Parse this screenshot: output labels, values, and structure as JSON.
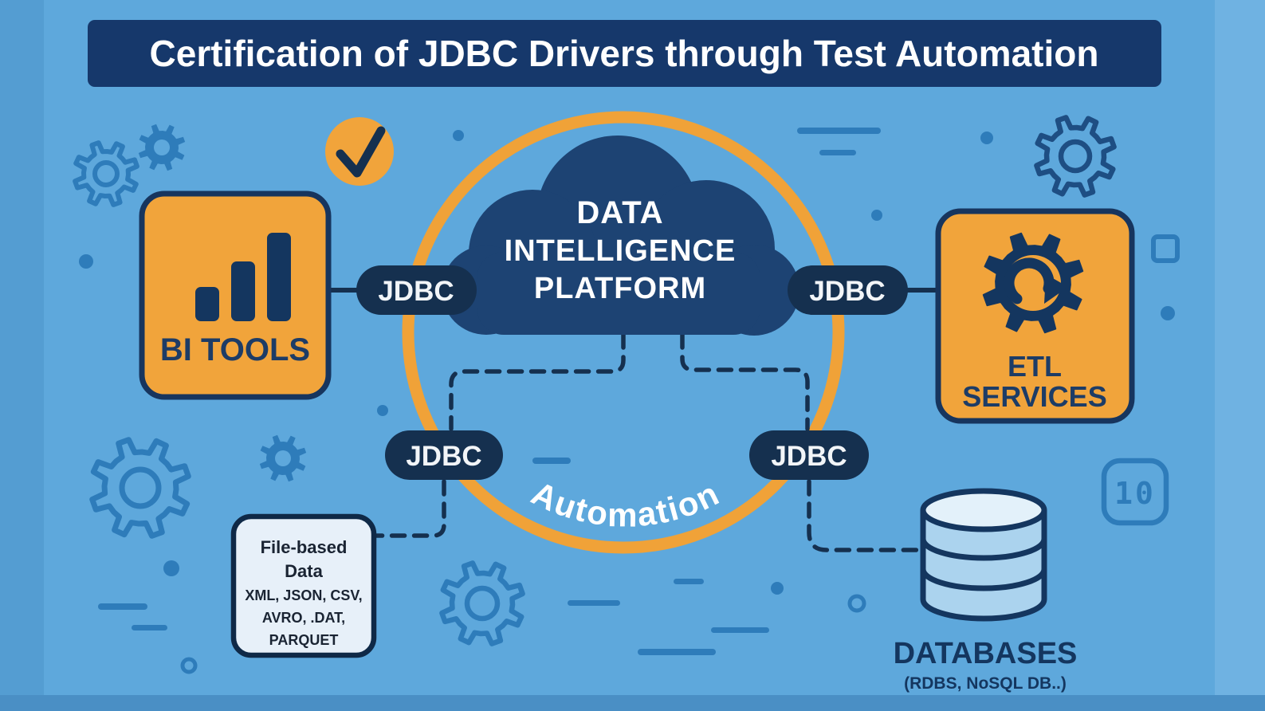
{
  "title": "Certification of JDBC Drivers through Test Automation",
  "colors": {
    "background": "#5EA8DC",
    "background_left_band": "#549DD2",
    "background_right_band": "#6FB2E2",
    "background_bottom_band": "#4A8FC5",
    "navy_dark": "#15304F",
    "banner_navy": "#16386B",
    "cloud_navy": "#1D4373",
    "orange": "#F1A43B",
    "decor_blue": "#2E7CBA",
    "box_border_navy": "#17355E",
    "light_panel": "#E7F0F9",
    "cylinder_body": "#ABD3EE",
    "cylinder_top": "#E3F1FA",
    "white": "#FFFFFF"
  },
  "diagram": {
    "platform": {
      "line1": "DATA",
      "line2": "INTELLIGENCE",
      "line3": "PLATFORM"
    },
    "automation_label": "Automation",
    "bi_tools": {
      "label": "BI TOOLS"
    },
    "etl_services": {
      "line1": "ETL",
      "line2": "SERVICES"
    },
    "jdbc_pills": [
      {
        "label": "JDBC"
      },
      {
        "label": "JDBC"
      },
      {
        "label": "JDBC"
      },
      {
        "label": "JDBC"
      }
    ],
    "file_based_data": {
      "title_line1": "File-based",
      "title_line2": "Data",
      "formats_line1": "XML, JSON, CSV,",
      "formats_line2": "AVRO, .DAT,",
      "formats_line3": "PARQUET"
    },
    "databases": {
      "label": "DATABASES",
      "sublabel": "(RDBS, NoSQL DB..)"
    }
  },
  "icons": {
    "binary_glyph": "10"
  }
}
